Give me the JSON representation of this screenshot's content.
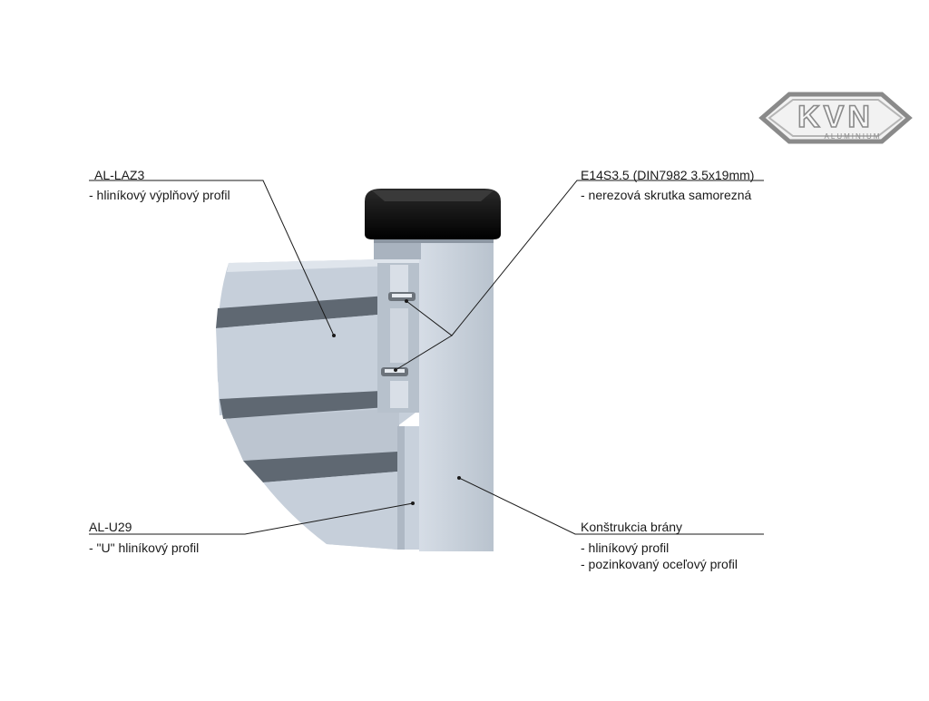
{
  "logo": {
    "mark": "KVN",
    "subtitle": "ALUMINIUM"
  },
  "callouts": [
    {
      "id": "al-laz3",
      "title": "AL-LAZ3",
      "lines": [
        "- hliníkový výplňový profil"
      ]
    },
    {
      "id": "screw",
      "title": "E14S3.5 (DIN7982 3.5x19mm)",
      "lines": [
        "- nerezová skrutka samorezná"
      ]
    },
    {
      "id": "al-u29",
      "title": "AL-U29",
      "lines": [
        "- \"U\" hliníkový profil"
      ]
    },
    {
      "id": "frame",
      "title": "Konštrukcia brány",
      "lines": [
        "- hliníkový profil",
        "- pozinkovaný oceľový profil"
      ]
    }
  ],
  "colors": {
    "panel_light": "#c9d2dd",
    "panel_mid": "#b3bcc8",
    "groove_dark": "#5d6670",
    "post_face": "#c3ccd7",
    "post_side": "#a7b1bd",
    "cap": "#0b0b0b",
    "logo_stroke": "#8a8a8a",
    "leader": "#1a1a1a"
  }
}
